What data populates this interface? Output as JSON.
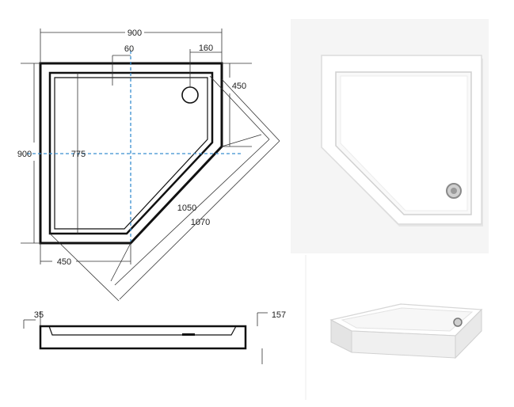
{
  "drawing": {
    "top_width": "900",
    "drain_offset_top": "60",
    "drain_offset_right": "160",
    "corner_side_right": "450",
    "left_height": "900",
    "inner_width": "775",
    "diagonal_inner": "1050",
    "diagonal_outer": "1070",
    "corner_side_bottom": "450",
    "rim_thickness": "35",
    "total_height": "157"
  },
  "colors": {
    "accent_dashed": "#3a8fd0",
    "line": "#222222"
  },
  "icons": [
    "drain-icon"
  ]
}
